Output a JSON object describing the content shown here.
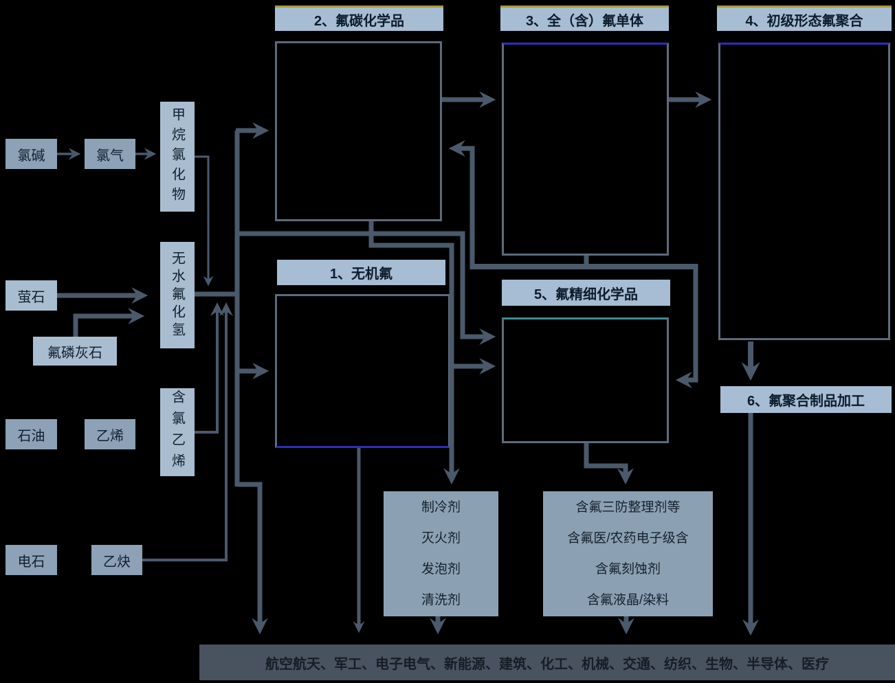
{
  "colors": {
    "background": "#000000",
    "header_fill": "#a6bdd3",
    "light_box_fill": "#a9bdd0",
    "feed_box_fill": "#8da2b7",
    "product_box_fill": "#8ba0b3",
    "bottom_bar_fill": "#49535f",
    "line": "#4a5a6b",
    "text_dark": "#0d1b2b",
    "accent_yellow": "#a89a3e",
    "accent_blue": "#2d2dc0",
    "accent_teal": "#3d8d8d"
  },
  "sections": {
    "s1": "1、无机氟",
    "s2": "2、氟碳化学品",
    "s3": "3、全（含）氟单体",
    "s4": "4、初级形态氟聚合",
    "s5": "5、氟精细化学品",
    "s6": "6、氟聚合制品加工"
  },
  "feedstocks": {
    "chlor_alkali": "氯碱",
    "chlorine": "氯气",
    "methane_chlorides": "甲烷氯化物",
    "fluorite": "萤石",
    "fluorapatite": "氟磷灰石",
    "anhydrous_hf": "无水氟化氢",
    "petroleum": "石油",
    "ethylene": "乙烯",
    "chlorinated_ethylene": "含氯乙烯",
    "calcium_carbide": "电石",
    "acetylene": "乙炔"
  },
  "products": {
    "fluorocarbon_uses": [
      "制冷剂",
      "灭火剂",
      "发泡剂",
      "清洗剂"
    ],
    "fine_chemical_uses": [
      "含氟三防整理剂等",
      "含氟医/农药电子级含",
      "含氟刻蚀剂",
      "含氟液晶/染料"
    ]
  },
  "applications_bar": "航空航天、军工、电子电气、新能源、建筑、化工、机械、交通、纺织、生物、半导体、医疗"
}
